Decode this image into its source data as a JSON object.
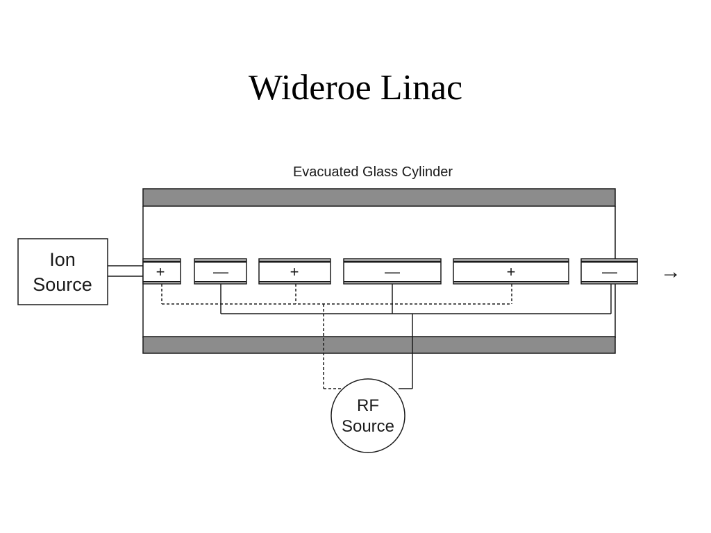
{
  "slide": {
    "title": "Wideroe Linac"
  },
  "diagram": {
    "cylinder_label": "Evacuated Glass Cylinder",
    "ion_source": {
      "line1": "Ion",
      "line2": "Source"
    },
    "rf_source": {
      "line1": "RF",
      "line2": "Source"
    },
    "electrodes": [
      "+",
      "—",
      "+",
      "—",
      "+",
      "—"
    ],
    "beam_arrow": "→",
    "colors": {
      "cylinder_wall": "#8c8c8c",
      "line": "#1a1a1a",
      "background": "#ffffff"
    }
  }
}
